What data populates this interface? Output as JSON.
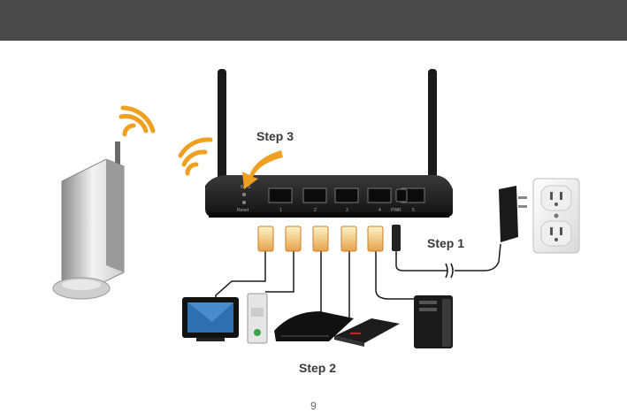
{
  "header": {
    "bar_color": "#4a4a4a"
  },
  "diagram": {
    "step1": "Step 1",
    "step2": "Step 2",
    "step3": "Step 3",
    "router": {
      "wps_label": "WPS",
      "reset_label": "Reset",
      "port_labels": [
        "1",
        "2",
        "3",
        "4",
        "5"
      ],
      "power_label": "PWR"
    },
    "devices": [
      "tv-icon",
      "game-console-icon",
      "playstation-icon",
      "dvd-player-icon",
      "desktop-pc-icon"
    ],
    "accent_color": "#f0a020"
  },
  "footer": {
    "page_number": "9"
  }
}
